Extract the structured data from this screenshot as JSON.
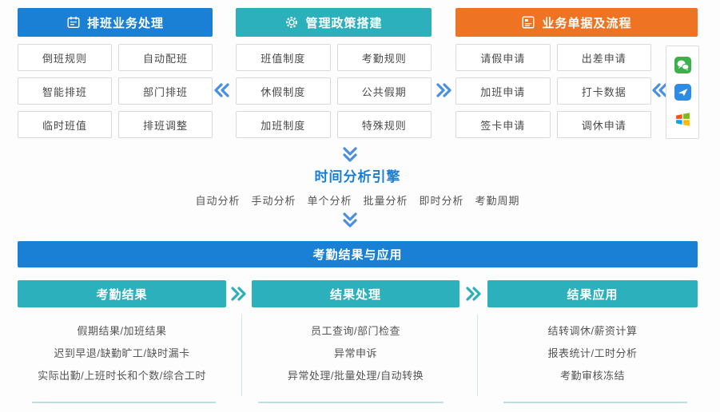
{
  "colors": {
    "banner_blue": "#1a80d6",
    "banner_teal": "#2bb0bc",
    "banner_orange": "#ee7322",
    "chevron_blue": "#4a90e0",
    "chevron_teal": "#2aafbb",
    "engine_title_blue": "#1a7fd4",
    "wechat_green": "#3cb049",
    "dingtalk_blue": "#2e8be6",
    "windows_red": "#f35325",
    "windows_green": "#81bc06",
    "windows_blue": "#05a6f0",
    "windows_yellow": "#ffba08"
  },
  "top_columns": [
    {
      "title": "排班业务处理",
      "icon": "calendar-icon",
      "boxes": [
        "倒班规则",
        "自动配班",
        "智能排班",
        "部门排班",
        "临时班值",
        "排班调整"
      ]
    },
    {
      "title": "管理政策搭建",
      "icon": "gear-icon",
      "boxes": [
        "班值制度",
        "考勤规则",
        "休假制度",
        "公共假期",
        "加班制度",
        "特殊规则"
      ]
    },
    {
      "title": "业务单据及流程",
      "icon": "flow-icon",
      "boxes": [
        "请假申请",
        "出差申请",
        "加班申请",
        "打卡数据",
        "签卡申请",
        "调休申请"
      ]
    }
  ],
  "integrations": {
    "icons": [
      "wechat-icon",
      "dingtalk-icon",
      "windows-icon"
    ]
  },
  "engine": {
    "title": "时间分析引擎",
    "items": [
      "自动分析",
      "手动分析",
      "单个分析",
      "批量分析",
      "即时分析",
      "考勤周期"
    ]
  },
  "results": {
    "banner": "考勤结果与应用",
    "sections": [
      {
        "title": "考勤结果",
        "lines": [
          "假期结果/加班结果",
          "迟到早退/缺勤旷工/缺时漏卡",
          "实际出勤/上班时长和个数/综合工时"
        ]
      },
      {
        "title": "结果处理",
        "lines": [
          "员工查询/部门检查",
          "异常申诉",
          "异常处理/批量处理/自动转换"
        ]
      },
      {
        "title": "结果应用",
        "lines": [
          "结转调休/薪资计算",
          "报表统计/工时分析",
          "考勤审核冻结"
        ]
      }
    ]
  }
}
